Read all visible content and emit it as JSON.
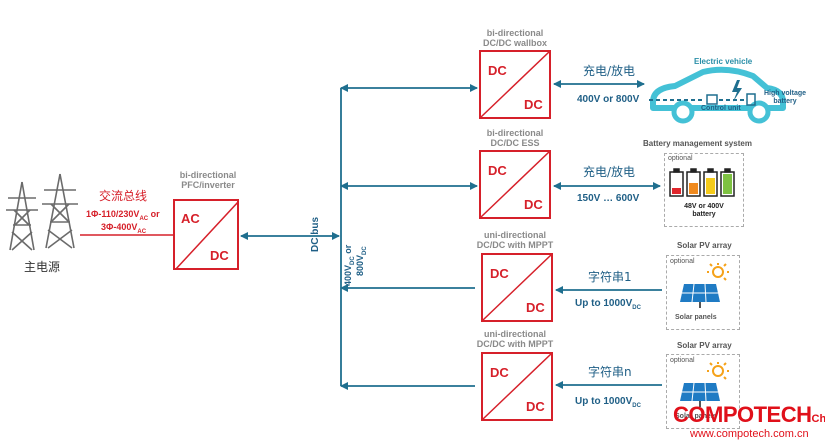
{
  "grid": {
    "main_power": "主电源",
    "ac_bus": "交流总线",
    "ac_line1": "1Φ-110/230V",
    "ac_line1_sub": "AC",
    "ac_line1_tail": " or",
    "ac_line2": "3Φ-400V",
    "ac_line2_sub": "AC"
  },
  "pfc": {
    "title_line1": "bi-directional",
    "title_line2": "PFC/inverter",
    "top_label": "AC",
    "bottom_label": "DC"
  },
  "dc_bus": {
    "label": "DC bus",
    "voltage_a": "400V",
    "voltage_a_sub": "DC",
    "voltage_or": " or",
    "voltage_b": "800V",
    "voltage_b_sub": "DC"
  },
  "converters": [
    {
      "title_line1": "bi-directional",
      "title_line2": "DC/DC wallbox",
      "top": "DC",
      "bottom": "DC",
      "link_cn": "充电/放电",
      "link_value": "400V or 800V"
    },
    {
      "title_line1": "bi-directional",
      "title_line2": "DC/DC ESS",
      "top": "DC",
      "bottom": "DC",
      "link_cn": "充电/放电",
      "link_value": "150V … 600V"
    },
    {
      "title_line1": "uni-directional",
      "title_line2": "DC/DC with MPPT",
      "top": "DC",
      "bottom": "DC",
      "link_cn": "字符串1",
      "link_value": "Up to 1000V",
      "link_value_sub": "DC"
    },
    {
      "title_line1": "uni-directional",
      "title_line2": "DC/DC with MPPT",
      "top": "DC",
      "bottom": "DC",
      "link_cn": "字符串n",
      "link_value": "Up to 1000V",
      "link_value_sub": "DC"
    }
  ],
  "ev": {
    "title": "Electric vehicle",
    "control_unit": "Control unit",
    "battery_line1": "High voltage",
    "battery_line2": "battery"
  },
  "ess": {
    "title": "Battery management system",
    "optional": "optional",
    "battery_line1": "48V or 400V",
    "battery_line2": "battery"
  },
  "pv": [
    {
      "title": "Solar PV array",
      "optional": "optional",
      "caption": "Solar panels"
    },
    {
      "title": "Solar PV array",
      "optional": "optional",
      "caption": "Solar panels"
    }
  ],
  "watermark": {
    "brand": "COMPOTECH",
    "brand_suffix": "China",
    "url": "www.compotech.com.cn"
  },
  "colors": {
    "teal": "#1f6f8f",
    "red": "#d6202a",
    "gray": "#8a8a8a",
    "ev_cyan": "#44c1d6"
  }
}
